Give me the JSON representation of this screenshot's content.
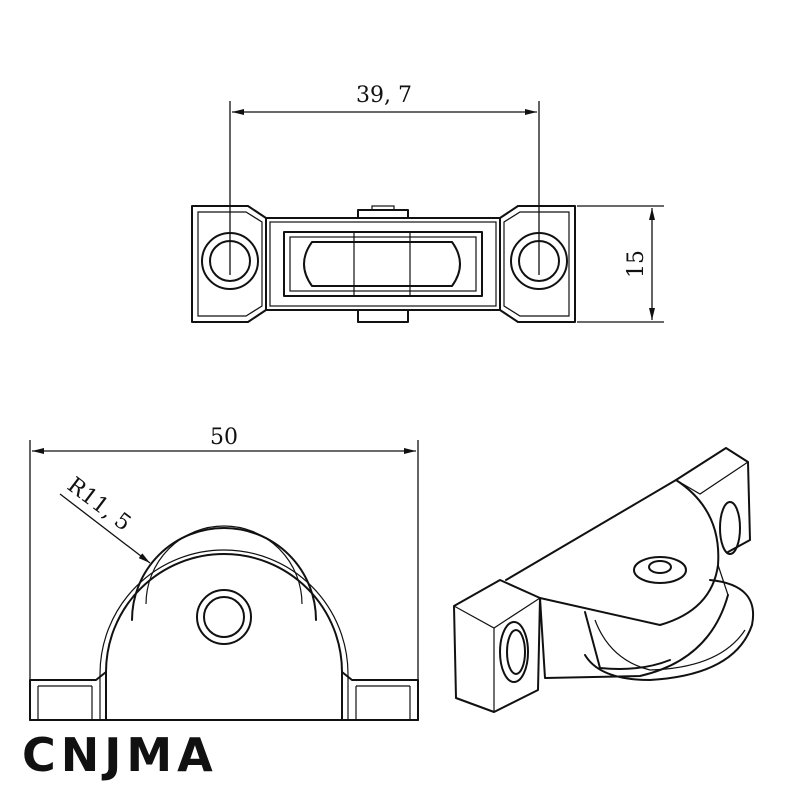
{
  "dimensions": {
    "top_width": "39, 7",
    "top_height": "15",
    "side_width": "50",
    "radius": "R11, 5"
  },
  "brand": "CNJMA"
}
